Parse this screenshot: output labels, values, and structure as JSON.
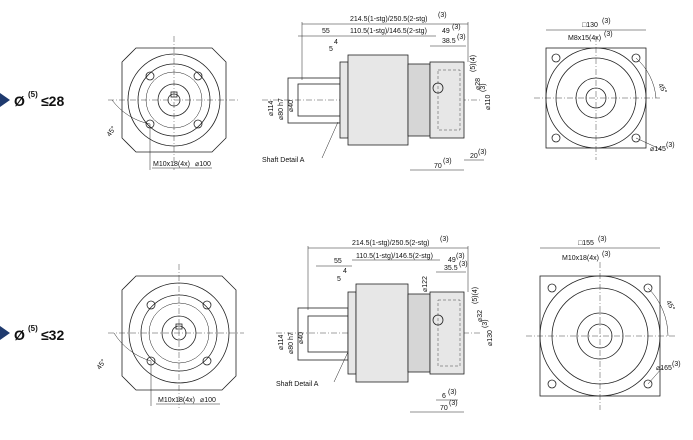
{
  "rows": [
    {
      "label": {
        "prefix": "Ø",
        "sup": "(5)",
        "value": "≤28"
      },
      "left": {
        "bolt": "M10x18(4x)",
        "pcd": "⌀100",
        "angle": "45°"
      },
      "side": {
        "overall": "214.5(1-stg)/250.5(2-stg)",
        "overall_sup": "(3)",
        "mid": "110.5(1-stg)/146.5(2-stg)",
        "d55": "55",
        "d4": "4",
        "d5": "5",
        "d49": "49",
        "d49_sup": "(3)",
        "d38": "38.5",
        "d38_sup": "(3)",
        "d114": "⌀114",
        "d80": "⌀80 h7",
        "d40": "⌀40",
        "d28": "⌀28",
        "d28_sup": "(5)(4)",
        "d110": "⌀110",
        "d110_sup": "(3)",
        "d70": "70",
        "d70_sup": "(3)",
        "d20": "20",
        "d20_sup": "(3)",
        "shaft": "Shaft Detail  A"
      },
      "right": {
        "sq": "□130",
        "sq_sup": "(3)",
        "tap": "M8x15(4x)",
        "tap_sup": "(3)",
        "pcd": "⌀145",
        "pcd_sup": "(3)",
        "angle": "45°"
      }
    },
    {
      "label": {
        "prefix": "Ø",
        "sup": "(5)",
        "value": "≤32"
      },
      "left": {
        "bolt": "M10x18(4x)",
        "pcd": "⌀100",
        "angle": "45°"
      },
      "side": {
        "overall": "214.5(1-stg)/250.5(2-stg)",
        "overall_sup": "(3)",
        "mid": "110.5(1-stg)/146.5(2-stg)",
        "d55": "55",
        "d4": "4",
        "d5": "5",
        "d49": "49",
        "d49_sup": "(3)",
        "d38": "35.5",
        "d38_sup": "(3)",
        "d114": "⌀114",
        "d80": "⌀80 h7",
        "d40": "⌀40",
        "d122": "⌀122",
        "d28": "⌀32",
        "d28_sup": "(5)(4)",
        "d110": "⌀130",
        "d110_sup": "(3)",
        "d70": "70",
        "d70_sup": "(3)",
        "d20": "6",
        "d20_sup": "(3)",
        "shaft": "Shaft Detail  A"
      },
      "right": {
        "sq": "□155",
        "sq_sup": "(3)",
        "tap": "M10x18(4x)",
        "tap_sup": "(3)",
        "pcd": "⌀165",
        "pcd_sup": "(3)",
        "angle": "45°"
      }
    }
  ]
}
